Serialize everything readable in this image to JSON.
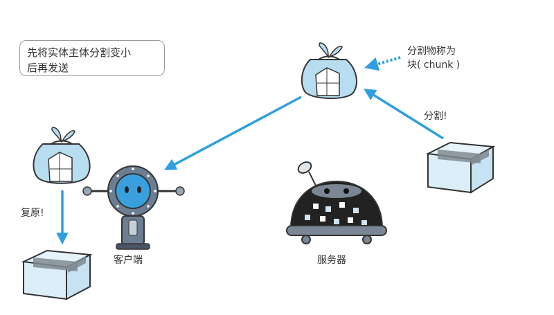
{
  "note": {
    "line1": "先将实体主体分割变小",
    "line2": "后再发送"
  },
  "chunk_label": {
    "line1": "分割物称为",
    "line2": "块( chunk )"
  },
  "split_label": "分割!",
  "restore_label": "复原!",
  "client_label": "客户端",
  "server_label": "服务器",
  "colors": {
    "arrow": "#2e9fe0",
    "bundle": "#b8dcf0",
    "box": "#dbeef8",
    "tape": "#7f8a90",
    "robot": "#6d7e93",
    "server": "#222222"
  }
}
